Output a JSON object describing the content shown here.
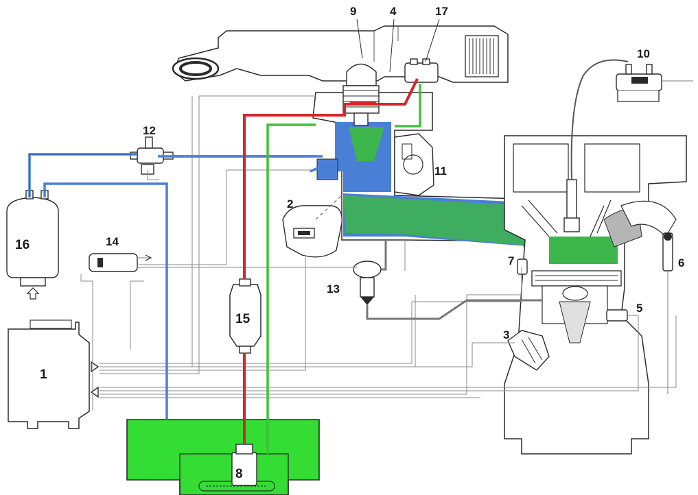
{
  "diagram": {
    "colors": {
      "fuel_supply": "#d7262a",
      "fuel_return": "#3fc23a",
      "intake_air": "#4a7fd6",
      "fuel_tank": "#33dd33",
      "mixture": "#3cb54a",
      "outline": "#2a2a2a"
    },
    "labels": {
      "n1": "1",
      "n2": "2",
      "n3": "3",
      "n4": "4",
      "n5": "5",
      "n6": "6",
      "n7": "7",
      "n8": "8",
      "n9": "9",
      "n10": "10",
      "n11": "11",
      "n12": "12",
      "n13": "13",
      "n14": "14",
      "n15": "15",
      "n16": "16",
      "n17": "17"
    },
    "icons": {
      "ecu": "control-unit",
      "pump": "fuel-pump",
      "filter": "fuel-filter",
      "canister": "charcoal-canister",
      "injector": "injector",
      "coil": "ignition-coil"
    }
  }
}
